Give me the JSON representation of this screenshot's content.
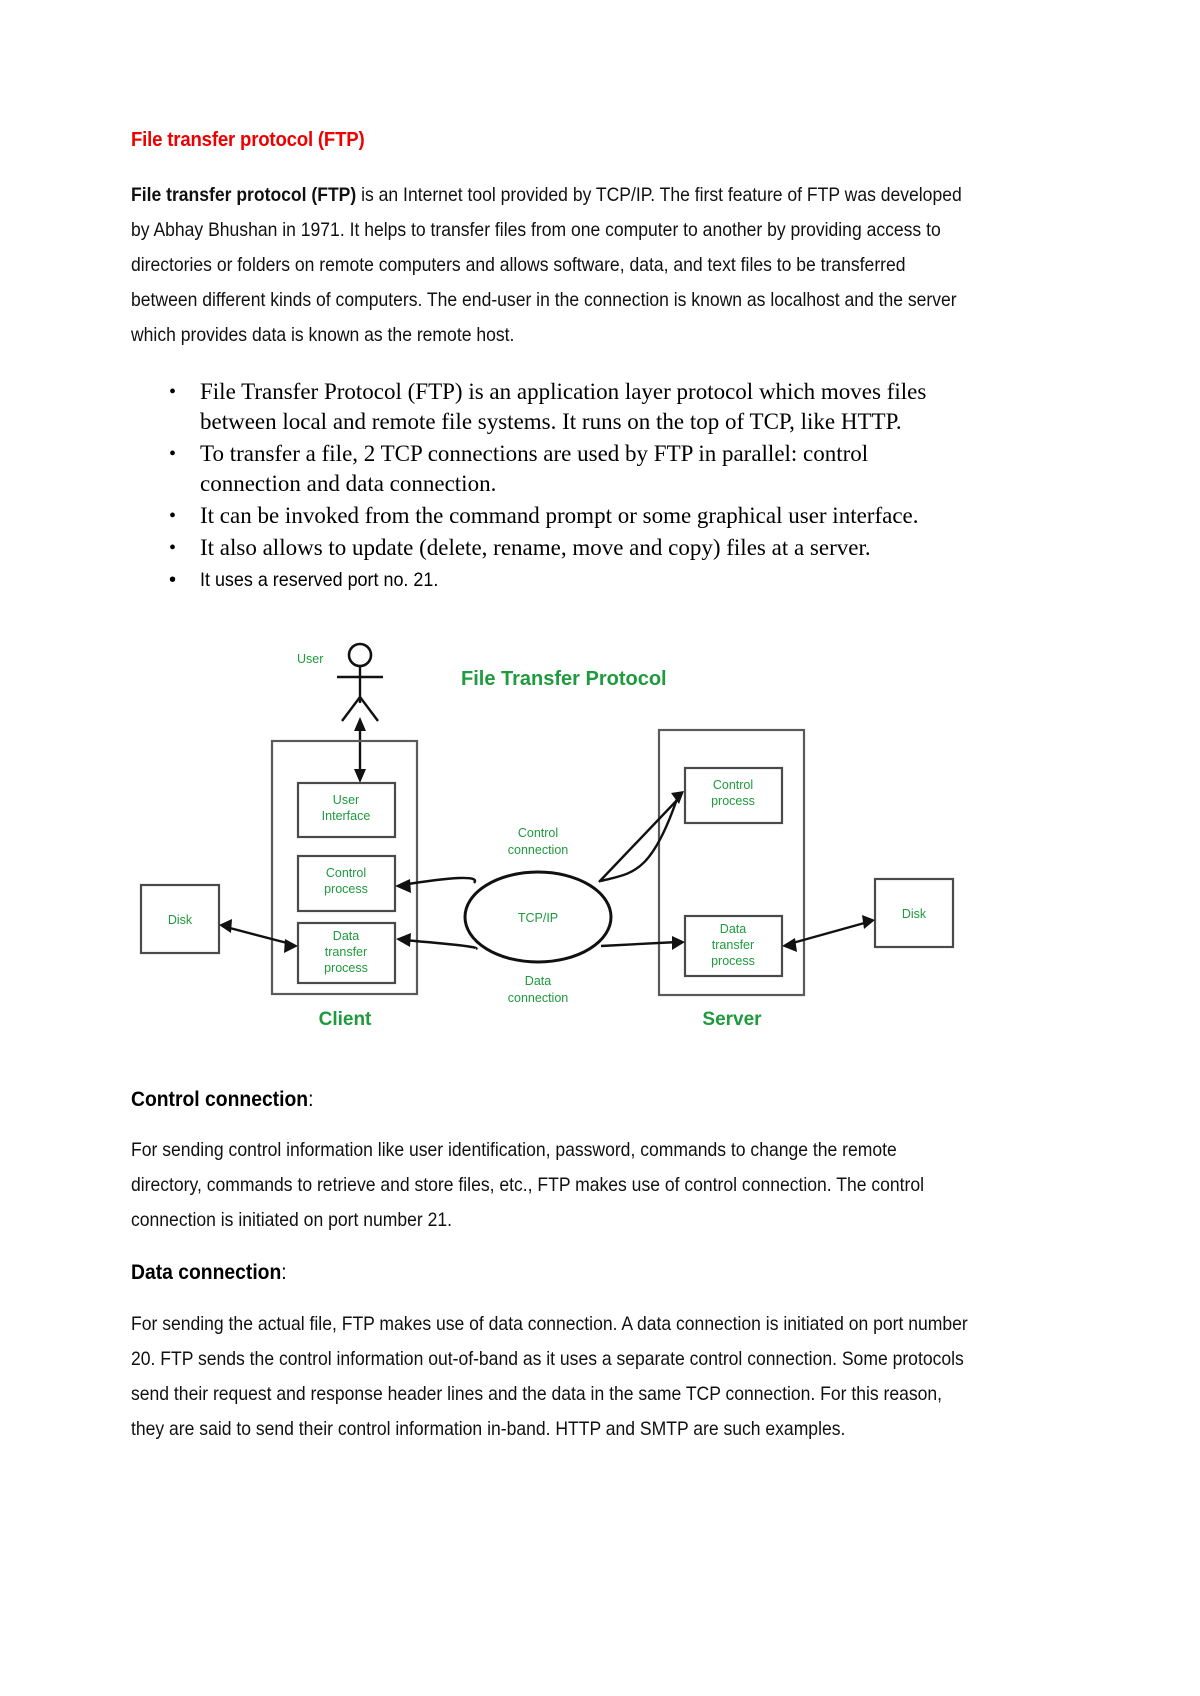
{
  "document": {
    "title": "File transfer protocol (FTP)",
    "title_color": "#ee0000",
    "intro": {
      "lead": "File transfer protocol (FTP)",
      "rest": " is an Internet tool provided by TCP/IP. The first feature of FTP was developed by Abhay Bhushan in 1971. It helps to transfer files from one computer to another by providing access to directories or folders on remote computers and allows software, data, and text files to be transferred between different kinds of computers. The end-user in the connection is known as localhost and the server which provides data is known as the remote host."
    },
    "bullets": [
      "File Transfer Protocol (FTP) is an application layer protocol which moves files between local and remote file systems. It runs on the top of TCP, like HTTP.",
      "To transfer a file, 2 TCP connections are used by FTP in parallel: control connection and data connection.",
      "It can be invoked from the command prompt or some graphical user interface.",
      "It also allows to update (delete, rename, move and copy) files at a server.",
      "It uses a reserved port no. 21."
    ],
    "bullet_marker": "•",
    "sections": [
      {
        "heading_bold": "Control connection",
        "heading_tail": ":",
        "body": "For sending control information like user identification, password, commands to change the remote directory, commands to retrieve and store files, etc., FTP makes use of control connection. The control connection is initiated on port number 21."
      },
      {
        "heading_bold": "Data connection",
        "heading_tail": ":",
        "body": "For sending the actual file, FTP makes use of data connection. A data connection is initiated on port number 20. FTP sends the control information out-of-band as it uses a separate control connection. Some protocols send their request and response header lines and the data in the same TCP connection. For this reason, they are said to send their control information in-band. HTTP and SMTP are such examples."
      }
    ]
  },
  "diagram": {
    "title": "File Transfer Protocol",
    "label_color": "#1f9a3d",
    "user_label": "User",
    "client_label": "Client",
    "server_label": "Server",
    "cloud_label": "TCP/IP",
    "control_connection_label_line1": "Control",
    "control_connection_label_line2": "connection",
    "data_connection_label_line1": "Data",
    "data_connection_label_line2": "connection",
    "client_boxes": [
      {
        "line1": "User",
        "line2": "Interface",
        "line3": ""
      },
      {
        "line1": "Control",
        "line2": "process",
        "line3": ""
      },
      {
        "line1": "Data",
        "line2": "transfer",
        "line3": "process"
      }
    ],
    "server_boxes": [
      {
        "line1": "Control",
        "line2": "process",
        "line3": ""
      },
      {
        "line1": "Data",
        "line2": "transfer",
        "line3": "process"
      }
    ],
    "left_disk_label": "Disk",
    "right_disk_label": "Disk"
  }
}
